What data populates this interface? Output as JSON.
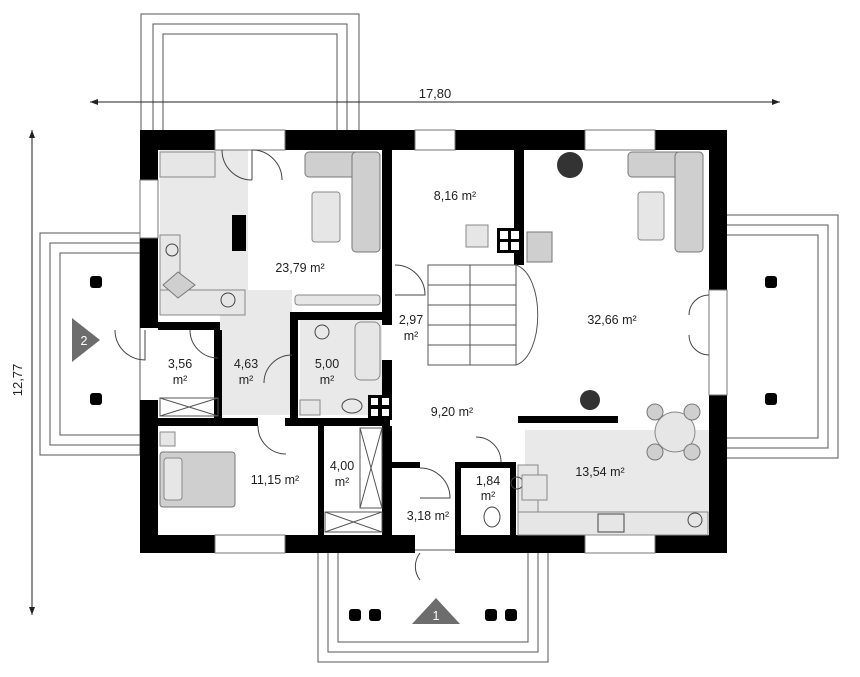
{
  "dimensions": {
    "width": "17,80",
    "height": "12,77"
  },
  "entrances": {
    "main": "1",
    "side": "2"
  },
  "rooms": {
    "kitchen_dining": {
      "area": "23,79 m²"
    },
    "utility_top": {
      "area": "8,16 m²"
    },
    "living": {
      "area": "32,66 m²"
    },
    "stairs": {
      "area": "2,97",
      "unit": "m²"
    },
    "entry_small": {
      "area": "3,56",
      "unit": "m²"
    },
    "hall_small": {
      "area": "4,63",
      "unit": "m²"
    },
    "bathroom": {
      "area": "5,00",
      "unit": "m²"
    },
    "hall": {
      "area": "9,20 m²"
    },
    "bedroom": {
      "area": "11,15 m²"
    },
    "closet": {
      "area": "4,00",
      "unit": "m²"
    },
    "vestibule": {
      "area": "3,18 m²"
    },
    "wc": {
      "area": "1,84",
      "unit": "m²"
    },
    "kitchen": {
      "area": "13,54 m²"
    }
  },
  "colors": {
    "wall": "#000000",
    "furniture": "#cfcfcf",
    "zone": "#e9e9e9",
    "marker": "#6d6d6d"
  }
}
